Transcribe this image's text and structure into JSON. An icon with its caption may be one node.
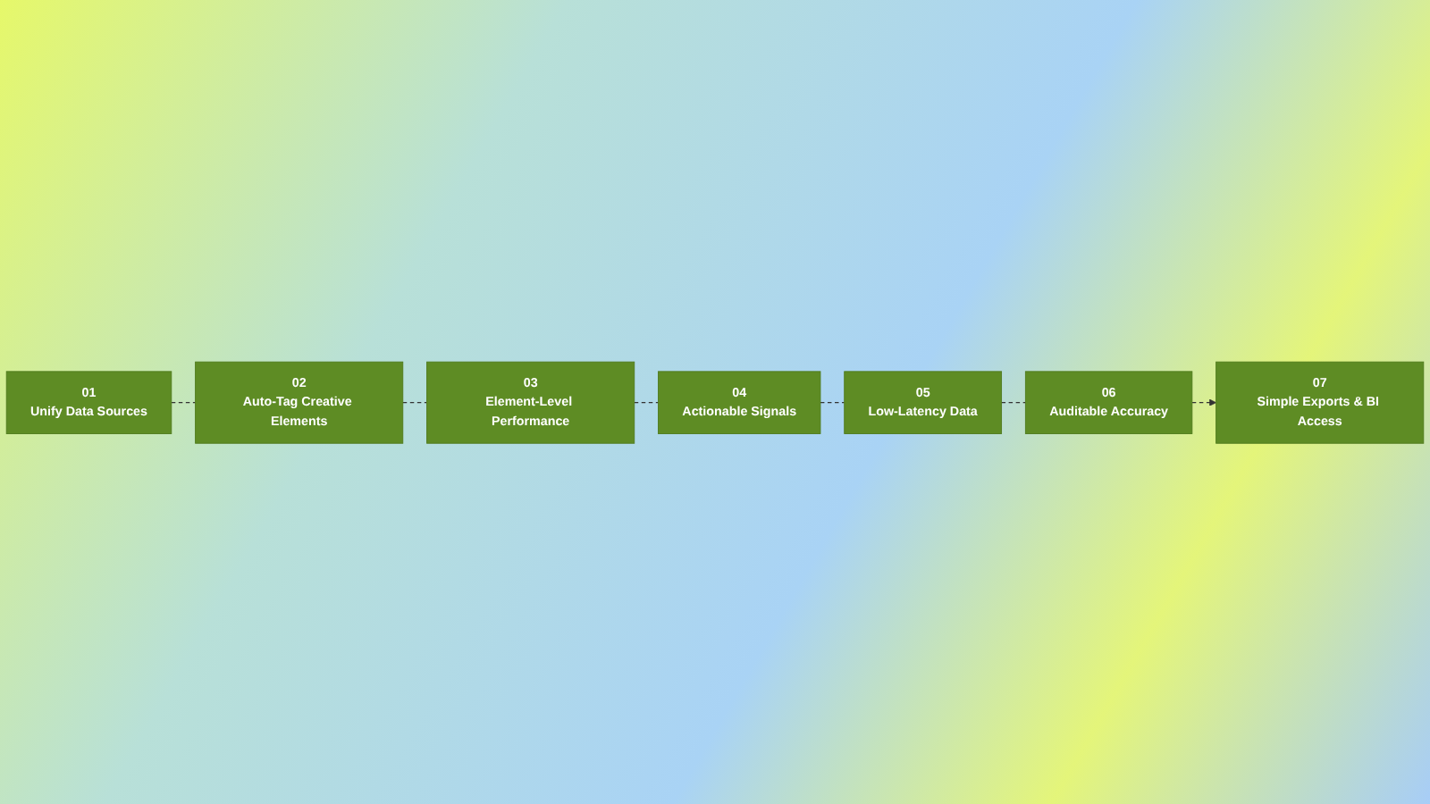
{
  "diagram": {
    "nodes": [
      {
        "text": [
          "01",
          "Unify Data Sources"
        ]
      },
      {
        "text": [
          "02",
          "Auto-Tag Creative Elements"
        ]
      },
      {
        "text": [
          "03",
          "Element-Level Performance"
        ]
      },
      {
        "text": [
          "04",
          "Actionable Signals"
        ]
      },
      {
        "text": [
          "05",
          "Low-Latency Data"
        ]
      },
      {
        "text": [
          "06",
          "Auditable Accuracy"
        ]
      },
      {
        "text": [
          "07",
          "Simple Exports & BI Access"
        ]
      }
    ],
    "edges": [
      {
        "from": 0,
        "to": 1,
        "arrow": "none",
        "style": "dashed"
      },
      {
        "from": 1,
        "to": 2,
        "arrow": "none",
        "style": "dashed"
      },
      {
        "from": 2,
        "to": 3,
        "arrow": "none",
        "style": "dashed"
      },
      {
        "from": 3,
        "to": 4,
        "arrow": "none",
        "style": "dashed"
      },
      {
        "from": 4,
        "to": 5,
        "arrow": "none",
        "style": "dashed"
      },
      {
        "from": 5,
        "to": 6,
        "arrow": "to",
        "style": "dashed"
      }
    ]
  }
}
